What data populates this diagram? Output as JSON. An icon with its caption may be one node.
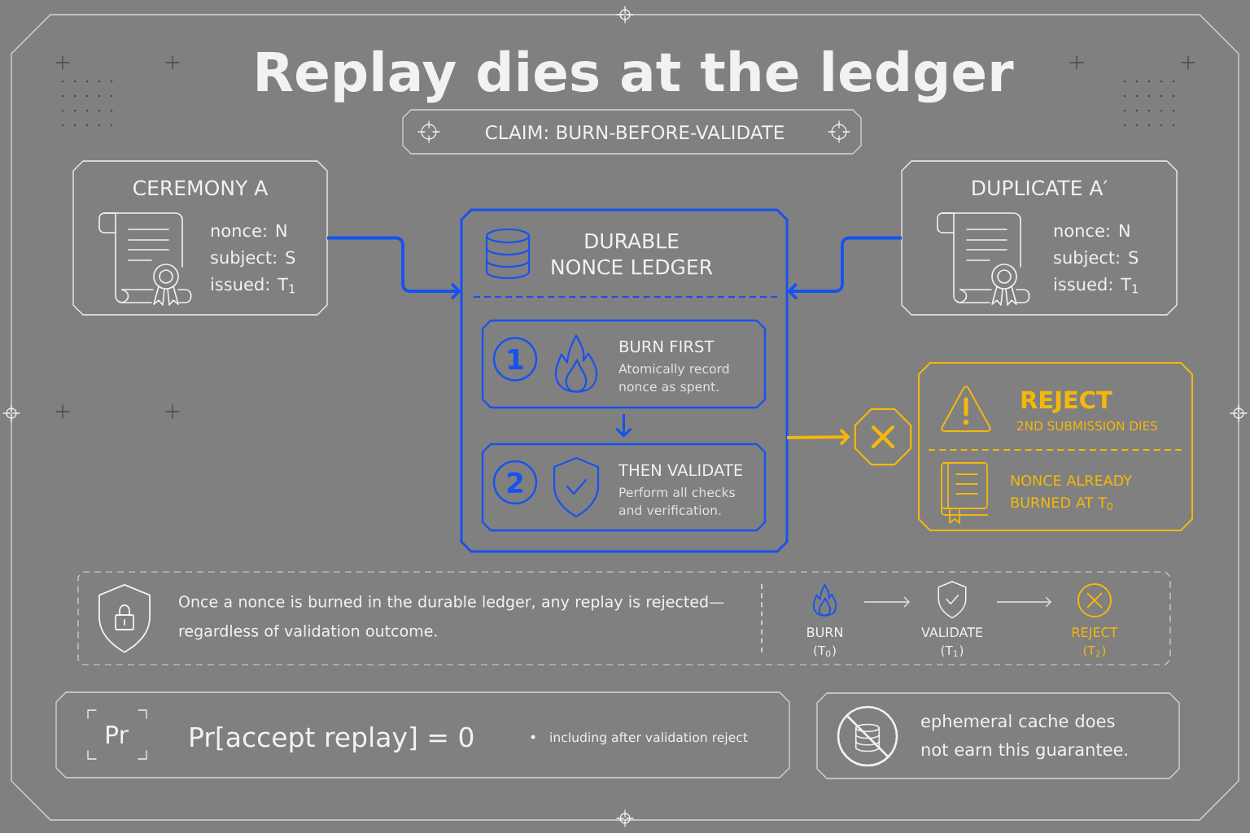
{
  "diagram": {
    "title": "Replay dies at the ledger",
    "nodes": [
      {
        "text": [
          "CLAIM: BURN-BEFORE-VALIDATE"
        ]
      },
      {
        "text": [
          "CEREMONY A",
          "nonce: N",
          "subject: S",
          "issued: T$_{1}$"
        ]
      },
      {
        "text": [
          "DURABLE NONCE LEDGER"
        ]
      },
      {
        "text": [
          "1",
          "BURN FIRST",
          "Atomically record nonce as spent."
        ],
        "in": 2
      },
      {
        "text": [
          "2",
          "THEN VALIDATE",
          "Perform all checks and verification."
        ],
        "in": 2
      },
      {
        "text": [
          "DUPLICATE A′",
          "nonce: N",
          "subject: S",
          "issued: T$_{1}$"
        ]
      },
      {
        "text": [],
        "shape": "octagon"
      },
      {
        "text": [
          "REJECT",
          "2ND SUBMISSION DIES",
          "NONCE ALREADY BURNED AT T$_{0}$"
        ]
      },
      {
        "text": [
          "Once a nonce is burned in the durable ledger, any replay is rejected— regardless of validation outcome."
        ]
      },
      {
        "text": [
          "BURN",
          "(T$_{0}$)"
        ],
        "in": 8
      },
      {
        "text": [
          "VALIDATE",
          "(T$_{1}$)"
        ],
        "in": 8
      },
      {
        "text": [
          "REJECT",
          "(T$_{2}$)"
        ],
        "in": 8
      },
      {
        "text": [
          "Pr",
          "Pr[accept replay] = 0",
          "including after validation reject"
        ]
      },
      {
        "text": [
          "ephemeral cache does not earn this guarantee."
        ]
      }
    ],
    "edges": [
      {
        "from": 1,
        "to": 2,
        "arrow": "to"
      },
      {
        "from": 5,
        "to": 2,
        "arrow": "to"
      },
      {
        "from": 3,
        "to": 4,
        "arrow": "to"
      },
      {
        "from": 2,
        "to": 6,
        "arrow": "to",
        "color": "#f5b80a"
      },
      {
        "from": 9,
        "to": 10,
        "arrow": "to",
        "color": "#e6e6e6"
      },
      {
        "from": 10,
        "to": 11,
        "arrow": "to",
        "color": "#e6e6e6"
      }
    ]
  }
}
